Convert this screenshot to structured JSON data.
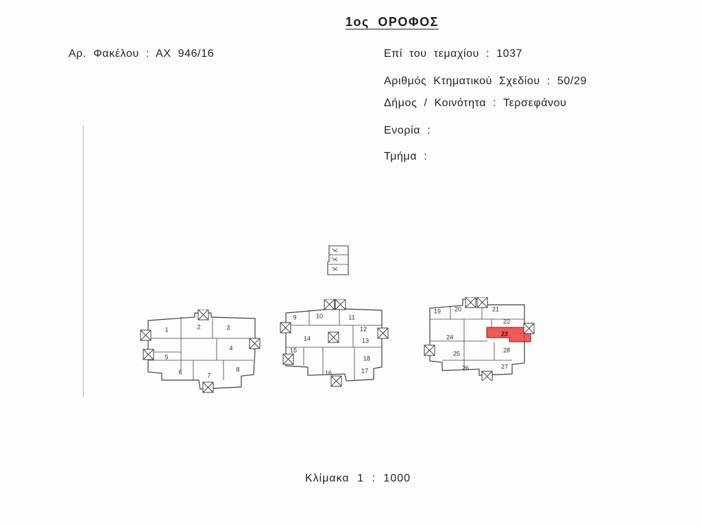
{
  "document": {
    "title": "1ος ΟΡΟΦΟΣ",
    "file_number_label": "Αρ. Φακέλου : ΑΧ 946/16",
    "fields": {
      "plot": "Επί του τεμαχίου : 1037",
      "cadastral_plan": "Αριθμός Κτηματικού Σχεδίου : 50/29",
      "municipality": "Δήμος / Κοινότητα : Τερσεφάνου",
      "parish": "Ενορία :",
      "section": "Τμήμα :"
    },
    "scale": "Κλίμακα 1 : 1000"
  },
  "plan": {
    "highlight_color": "#ef3b3b",
    "highlighted_unit": "23",
    "blocks": [
      {
        "name": "block-a",
        "units": [
          "1",
          "2",
          "3",
          "4",
          "5",
          "6",
          "7",
          "8"
        ]
      },
      {
        "name": "block-b",
        "units": [
          "9",
          "10",
          "11",
          "12",
          "13",
          "14",
          "15",
          "16",
          "17",
          "18"
        ]
      },
      {
        "name": "block-c",
        "units": [
          "19",
          "20",
          "21",
          "22",
          "23",
          "24",
          "25",
          "26",
          "27",
          "28"
        ]
      }
    ]
  }
}
